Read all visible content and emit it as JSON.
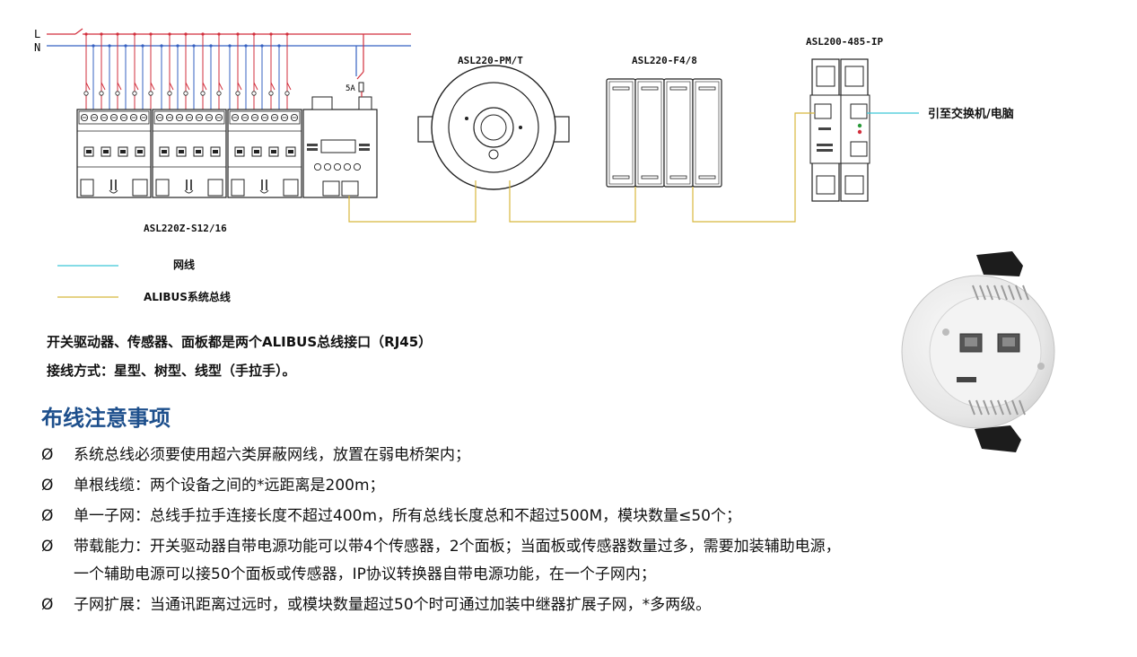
{
  "wiring": {
    "line_L": "L",
    "line_N": "N",
    "breaker_label": "5A"
  },
  "devices": {
    "driver": "ASL220Z-S12/16",
    "sensor": "ASL220-PM/T",
    "panel": "ASL220-F4/8",
    "gateway": "ASL200-485-IP",
    "to_switch": "引至交换机/电脑"
  },
  "legend": {
    "network": "网线",
    "alibus": "ALIBUS系统总线"
  },
  "colors": {
    "power_line": "#d22f3c",
    "neutral_line": "#3560c2",
    "network_cable": "#3cc8d8",
    "alibus": "#d8b73c",
    "title_blue": "#1d4f8c"
  },
  "notes": [
    "开关驱动器、传感器、面板都是两个ALIBUS总线接口（RJ45）",
    "接线方式：星型、树型、线型（手拉手）。"
  ],
  "section_title": "布线注意事项",
  "bullet_char": "Ø",
  "rules": [
    {
      "text": "系统总线必须要使用超六类屏蔽网线，放置在弱电桥架内；"
    },
    {
      "text": "单根线缆：两个设备之间的*远距离是200m；"
    },
    {
      "text": "单一子网：总线手拉手连接长度不超过400m，所有总线长度总和不超过500M，模块数量≤50个；"
    },
    {
      "text": "带载能力：开关驱动器自带电源功能可以带4个传感器，2个面板；当面板或传感器数量过多，需要加装辅助电源，",
      "cont": "一个辅助电源可以接50个面板或传感器，IP协议转换器自带电源功能，在一个子网内；"
    },
    {
      "text": "子网扩展：当通讯距离过远时，或模块数量超过50个时可通过加装中继器扩展子网，*多两级。"
    }
  ]
}
